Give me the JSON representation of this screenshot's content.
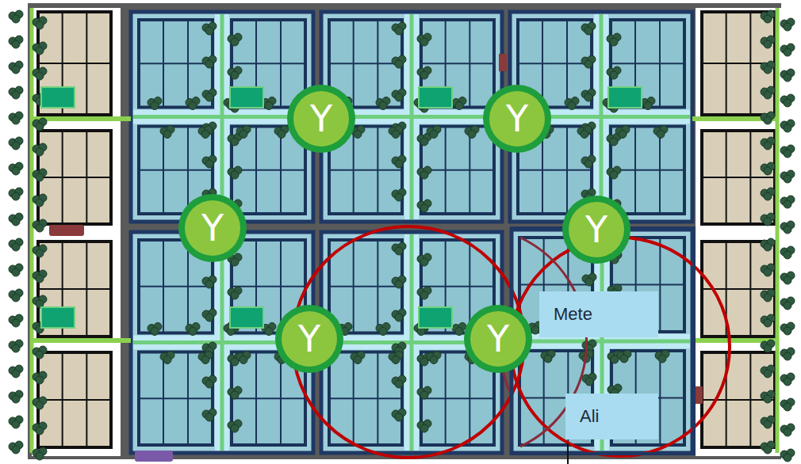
{
  "diagram": {
    "nodes": [
      {
        "text": [
          "Y"
        ]
      },
      {
        "text": [
          "Y"
        ]
      },
      {
        "text": [
          "Y"
        ]
      },
      {
        "text": [
          "Y"
        ]
      },
      {
        "text": [
          "Mete"
        ]
      },
      {
        "text": [
          "Y"
        ]
      },
      {
        "text": [
          "Y"
        ]
      },
      {
        "text": [
          "Ali"
        ]
      }
    ]
  }
}
